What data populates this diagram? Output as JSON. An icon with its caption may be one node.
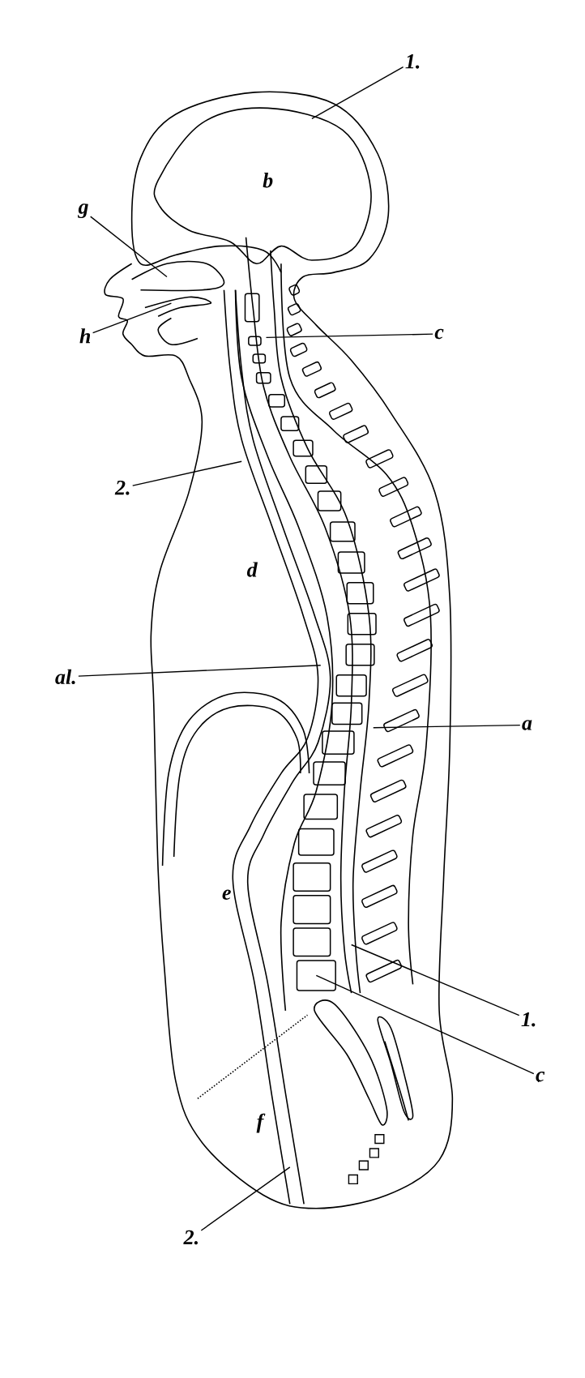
{
  "diagram": {
    "nodes": [
      {
        "text": [
          "1."
        ]
      },
      {
        "text": [
          "g"
        ]
      },
      {
        "text": [
          "h"
        ]
      },
      {
        "text": [
          "c"
        ]
      },
      {
        "text": [
          "2."
        ]
      },
      {
        "text": [
          "al."
        ]
      },
      {
        "text": [
          "a"
        ]
      },
      {
        "text": [
          "1."
        ]
      },
      {
        "text": [
          "c"
        ]
      },
      {
        "text": [
          "2."
        ]
      }
    ],
    "edges": [
      {
        "from": 0,
        "to": null,
        "arrow": "none"
      },
      {
        "from": 1,
        "to": null,
        "arrow": "none"
      },
      {
        "from": 2,
        "to": null,
        "arrow": "none"
      },
      {
        "from": 3,
        "to": null,
        "arrow": "none"
      },
      {
        "from": 4,
        "to": null,
        "arrow": "none"
      },
      {
        "from": 5,
        "to": null,
        "arrow": "none"
      },
      {
        "from": 6,
        "to": null,
        "arrow": "none"
      },
      {
        "from": 7,
        "to": null,
        "arrow": "none"
      },
      {
        "from": 8,
        "to": null,
        "arrow": "none"
      },
      {
        "from": 9,
        "to": null,
        "arrow": "none"
      }
    ],
    "labels": [
      "b",
      "d",
      "e",
      "f"
    ]
  }
}
